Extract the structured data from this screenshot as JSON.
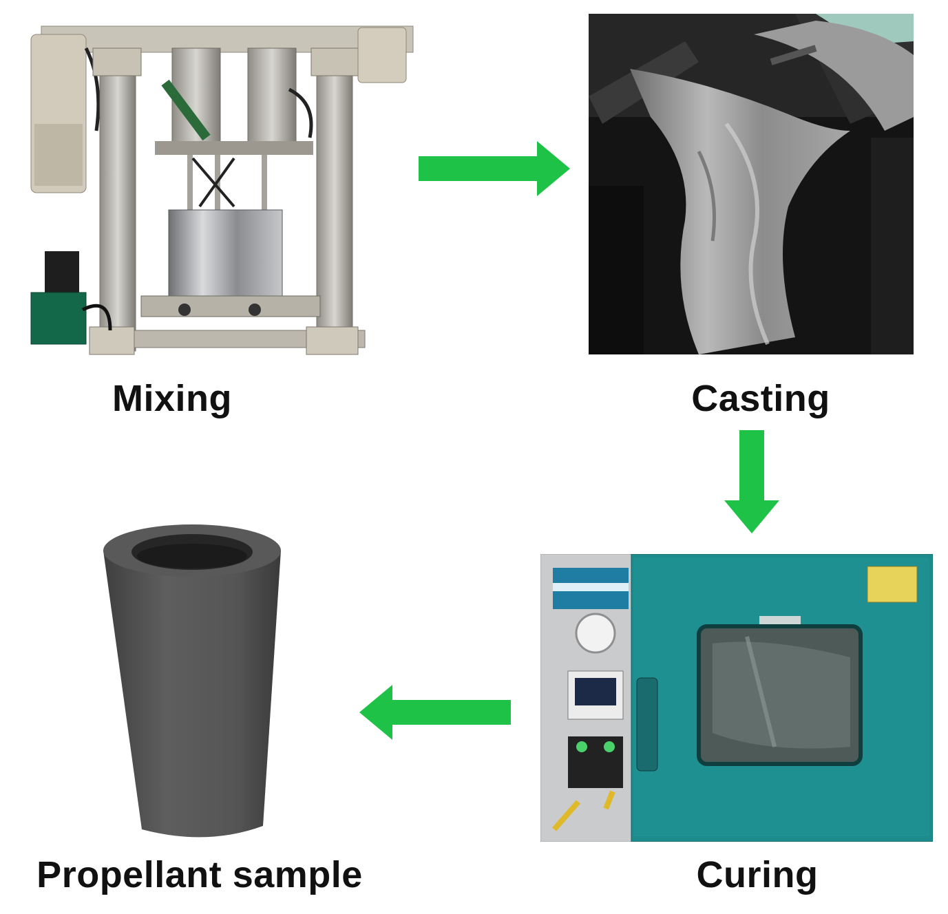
{
  "steps": [
    {
      "label": "Mixing"
    },
    {
      "label": "Casting"
    },
    {
      "label": "Curing"
    },
    {
      "label": "Propellant sample"
    }
  ],
  "colors": {
    "arrow": "#1ec247",
    "label": "#111111",
    "oven_body": "#1d8a8c",
    "casting_dark": "#1a1a1a",
    "slurry": "#9a9a9a",
    "propellant": "#565656"
  },
  "icons": {
    "mixing": "mixer-machine-image",
    "casting": "casting-slurry-image",
    "curing": "curing-oven-image",
    "sample": "propellant-grain-image"
  }
}
